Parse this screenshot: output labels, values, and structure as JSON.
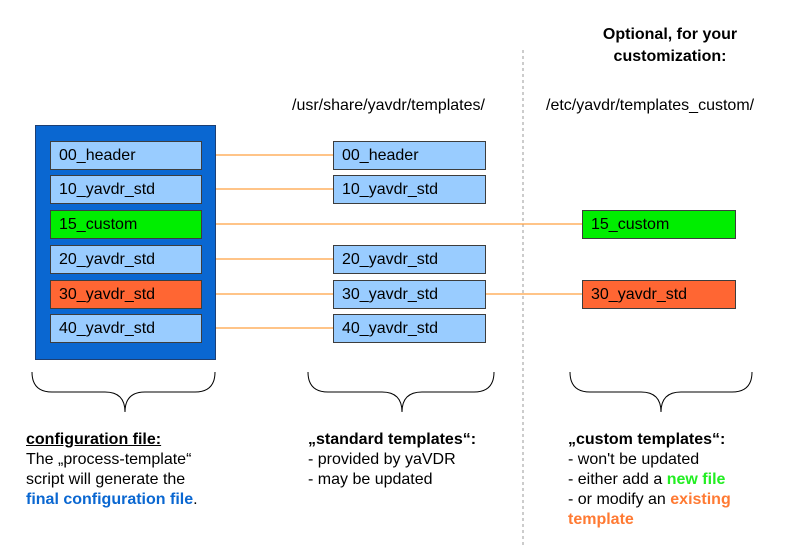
{
  "headers": {
    "optional": "Optional, for your customization:",
    "standard_path": "/usr/share/yavdr/templates/",
    "custom_path": "/etc/yavdr/templates_custom/"
  },
  "config_items": [
    {
      "label": "00_header",
      "kind": "standard"
    },
    {
      "label": "10_yavdr_std",
      "kind": "standard"
    },
    {
      "label": "15_custom",
      "kind": "new"
    },
    {
      "label": "20_yavdr_std",
      "kind": "standard"
    },
    {
      "label": "30_yavdr_std",
      "kind": "modified"
    },
    {
      "label": "40_yavdr_std",
      "kind": "standard"
    }
  ],
  "standard_items": [
    "00_header",
    "10_yavdr_std",
    "20_yavdr_std",
    "30_yavdr_std",
    "40_yavdr_std"
  ],
  "custom_items": [
    "15_custom",
    "30_yavdr_std"
  ],
  "captions": {
    "config": {
      "title": "configuration file:",
      "line1": "The „process-template“",
      "line2": "script will generate the",
      "highlight": "final configuration file",
      "end": "."
    },
    "standard": {
      "title": "„standard templates“:",
      "line1": "- provided by yaVDR",
      "line2": "- may be updated"
    },
    "custom": {
      "title": "„custom templates“:",
      "line1": "- won't be updated",
      "line2_pre": "- either add a ",
      "line2_hl": "new file",
      "line3_pre": "- or modify an ",
      "line3_hl": "existing",
      "line4_hl": "template"
    }
  },
  "colors": {
    "panel": "#0a67d1",
    "standard_box": "#99ccff",
    "new_box": "#00ee00",
    "modified_box": "#ff6633",
    "arrow": "#ffa040",
    "highlight_blue": "#0a67d1",
    "highlight_green": "#22ee22",
    "highlight_orange": "#ff7a33"
  }
}
